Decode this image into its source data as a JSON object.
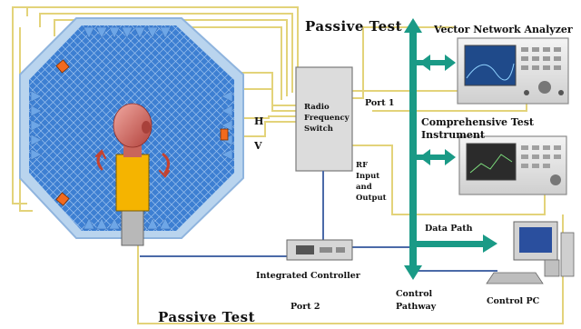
{
  "labels": {
    "passive_test_top": "Passive Test",
    "passive_test_bottom": "Passive Test",
    "vna": "Vector Network Analyzer",
    "cti_line1": "Comprehensive Test",
    "cti_line2": "Instrument",
    "port1": "Port 1",
    "port2": "Port 2",
    "rf_switch_line1": "Radio",
    "rf_switch_line2": "Frequency",
    "rf_switch_line3": "Switch",
    "rf_io_line1": "RF",
    "rf_io_line2": "Input",
    "rf_io_line3": "and",
    "rf_io_line4": "Output",
    "h": "H",
    "v": "V",
    "data_path": "Data Path",
    "integrated_controller": "Integrated Controller",
    "control_pathway_line1": "Control",
    "control_pathway_line2": "Pathway",
    "control_pc": "Control PC"
  },
  "colors": {
    "chamber_blue": "#3f7fd0",
    "chamber_border": "#b9d4ee",
    "rf_cable": "#e3d37a",
    "data_bus": "#1a9a86",
    "control_line": "#4b6aa8",
    "dut": "#f5b400",
    "probe": "#f26a1e"
  }
}
